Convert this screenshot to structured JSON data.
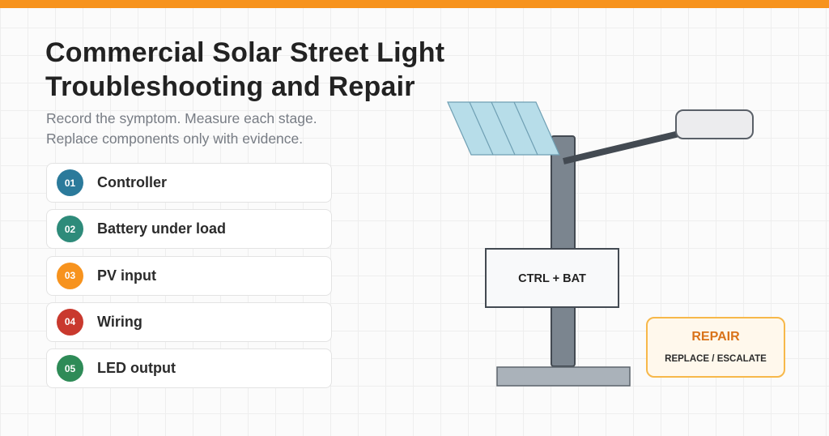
{
  "header": {
    "title_line1": "Commercial Solar Street Light",
    "title_line2": "Troubleshooting and Repair",
    "subtitle_line1": "Record the symptom. Measure each stage.",
    "subtitle_line2": "Replace components only with evidence."
  },
  "steps": [
    {
      "number": "01",
      "label": "Controller",
      "color": "#2b7a9b"
    },
    {
      "number": "02",
      "label": "Battery under load",
      "color": "#2e8b7a"
    },
    {
      "number": "03",
      "label": "PV input",
      "color": "#f7931e"
    },
    {
      "number": "04",
      "label": "Wiring",
      "color": "#c9392e"
    },
    {
      "number": "05",
      "label": "LED output",
      "color": "#2e8b57"
    }
  ],
  "diagram": {
    "ctrl_box_label": "CTRL + BAT",
    "repair_title": "REPAIR",
    "repair_subtitle": "REPLACE / ESCALATE"
  },
  "colors": {
    "accent": "#f7931e",
    "pole": "#7b858f",
    "panel": "#b7dde9",
    "repair_text": "#d9731a"
  }
}
